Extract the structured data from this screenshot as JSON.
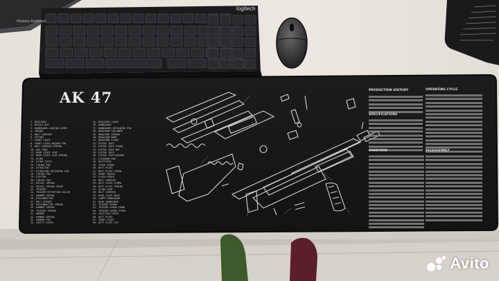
{
  "keyboard": {
    "brand": "logitech",
    "model": "Wireless Keyboard"
  },
  "mat": {
    "logo": "AK 47",
    "headings": {
      "history": "PRODUCTION HISTORY",
      "specs": "SPECIFICATIONS",
      "overview": "OVERVIEW",
      "operating": "OPERATING CYCLE",
      "disassembly": "DISASSEMBLY"
    },
    "parts_col1": [
      "1. RECEIVER",
      "2. MUZZLE NUT",
      "3. HANDGUARD LOCKING LEVER",
      "4. SPRING",
      "5. BOLT CARRIER",
      "6. PISTON",
      "7. FRONT SIGHT",
      "8. FRONT SIGHT WASHER PIN",
      "9. BOLT CARRIER SPRING",
      "10. GAS TUBE",
      "11. REAR SIGHT LEAF",
      "12. REAR SIGHT LEAF SPRING",
      "13. SLIDE",
      "14. SLIDE CATCH",
      "15. FIRING PIN",
      "16. EXTRACTOR",
      "17. EXTRACTOR RETAINING PIN",
      "18. FIRING PIN",
      "19. EJECTOR",
      "20. FIRING PIN",
      "21. RECOIL SPRING",
      "22. RECOIL SPRING GUIDE",
      "23. TRIGGER",
      "24. TRIGGER RETENTION COLLAR",
      "25. HAMMER SPRING",
      "26. DISCONNECTOR",
      "27. BOLT SPRING",
      "28. DISCONNECTOR SPRING",
      "29. HAMMER SPRING",
      "30. TRIGGER SPRING",
      "31. HAMMER",
      "32. HAMMER SPRING",
      "33. HAMMER PIN",
      "34. SAFETY LEVER"
    ],
    "parts_col2": [
      "35. RECEIVER COVER",
      "36. HANDGUARD",
      "37. HANDGUARD RETAINING PIN",
      "38. MAGAZINE FOLLOWER",
      "39. MAGAZINE SPRING",
      "40. MAGAZINE BODY",
      "41. MAGAZINE FLOOR",
      "42. PISTOL GRIP",
      "43. PISTOL GRIP SCREW",
      "44. PISTOL GRIP NUT",
      "45. PISTOL GRIP",
      "46. PISTOL GRIP WASHER",
      "47. CLEANING ROD",
      "48. BUTTSTOCK",
      "49. STOCK SCREW",
      "50. BUTT PLATE",
      "51. BUTT PLATE SCREW",
      "52. FRONT SWIVEL",
      "53. FLASH HIDER",
      "54. BOLT CARRIER",
      "55. BUTT PLATE SCREW",
      "56. BUTT PLATE SPRING",
      "57. SLING LOOP",
      "58. BOLT CARRIER",
      "59. REAR SIGHT BASE",
      "60. LOWER HANDGUARD",
      "61. REAR HANDGUARD",
      "62. TRIGGER GUARD",
      "63. TRIGGER GUARD FRONT",
      "64. TRIGGER GUARD SCREW",
      "65. SELECTOR LEVER",
      "66. BUTT PLATE",
      "67. FRONT SIGHT",
      "68. BUTT PLATE CAP"
    ]
  },
  "watermark": {
    "brand": "Avito"
  }
}
